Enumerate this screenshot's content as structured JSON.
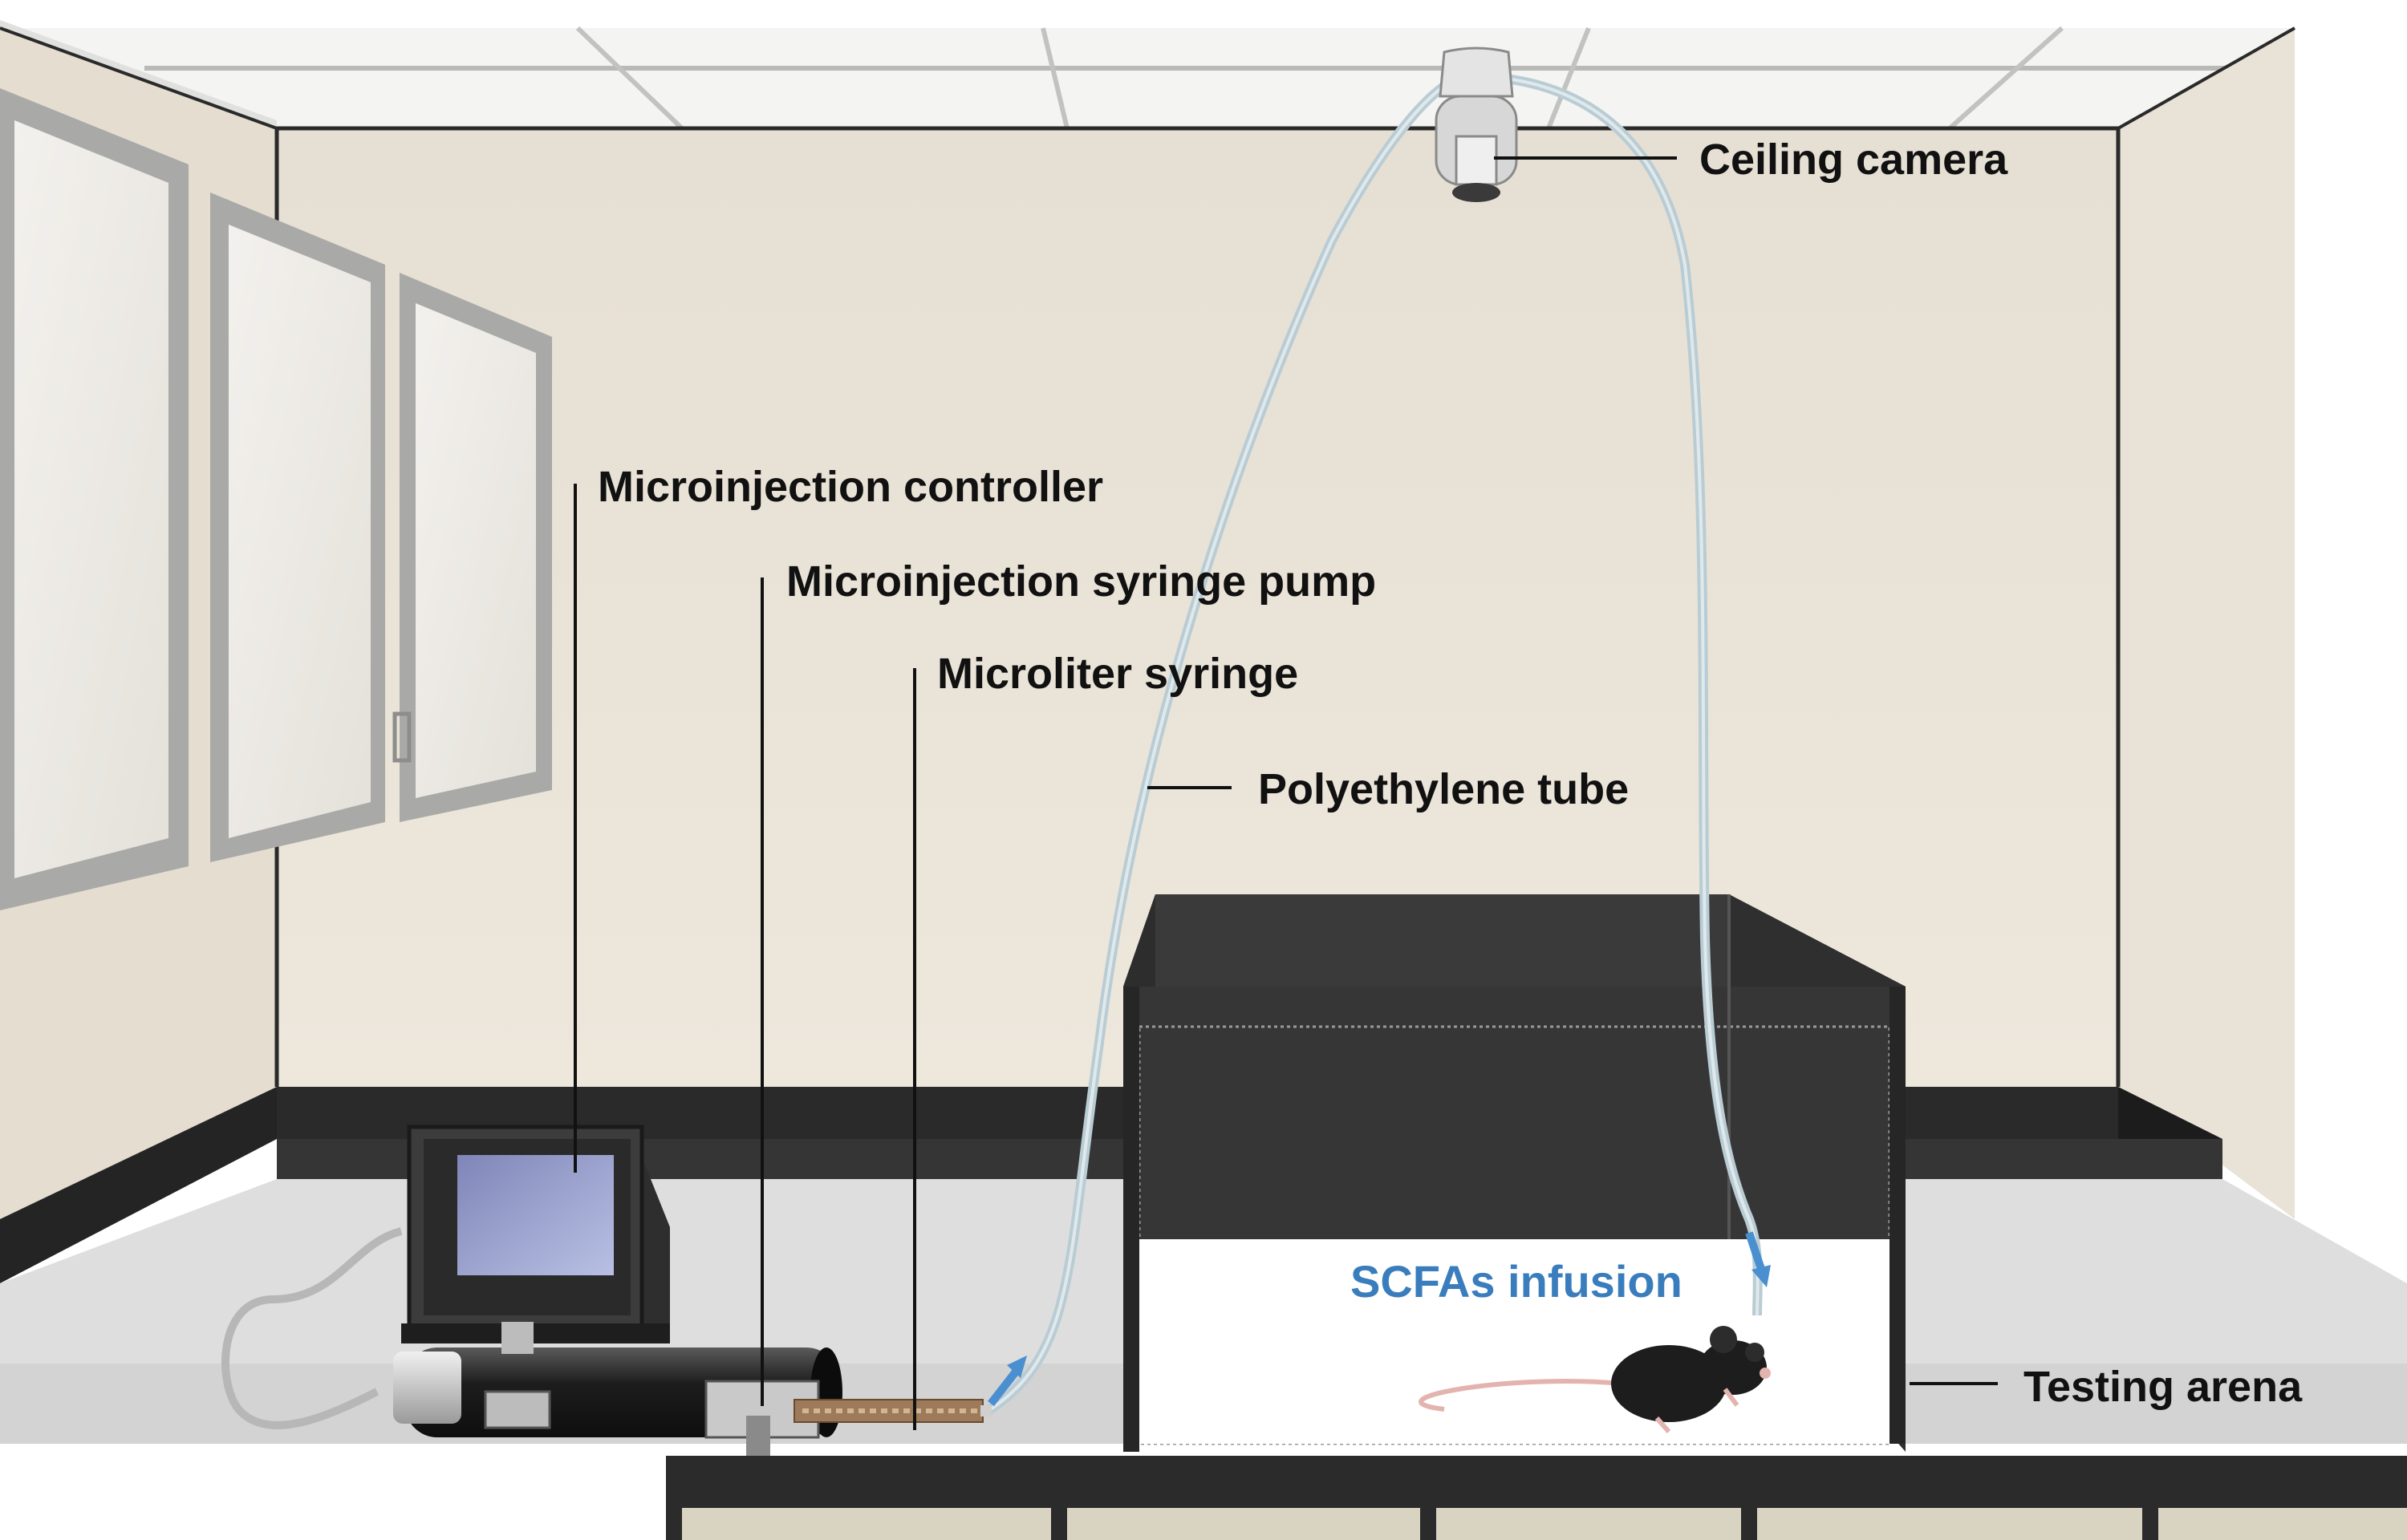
{
  "labels": {
    "ceiling_camera": "Ceiling camera",
    "microinjection_controller": "Microinjection controller",
    "syringe_pump": "Microinjection syringe pump",
    "microliter_syringe": "Microliter syringe",
    "polyethylene_tube": "Polyethylene tube",
    "testing_arena": "Testing arena",
    "scfas_infusion": "SCFAs infusion"
  },
  "colors": {
    "wall": "#e9e2d6",
    "ceiling": "#f4f4f2",
    "window_frame": "#a8a8a6",
    "counter_dark": "#2e2e2e",
    "countertop": "#dcdcdc",
    "arena_dark": "#373737",
    "arena_floor": "#ffffff",
    "tube": "#b9ccd4",
    "arrow_blue": "#4a8fd0",
    "label_text": "#111111",
    "infusion_text": "#3a7dbd"
  }
}
